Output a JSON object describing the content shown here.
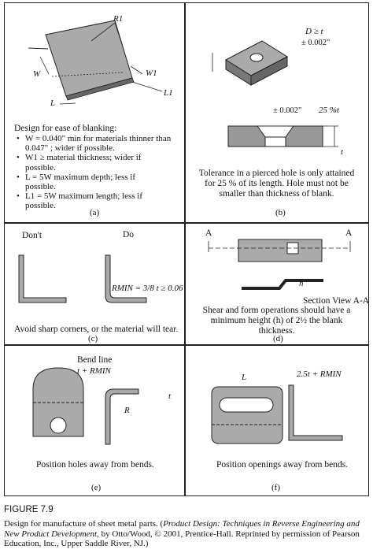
{
  "figure": {
    "number": "FIGURE 7.9",
    "caption_lead": "Design for manufacture of sheet metal parts. (",
    "caption_book": "Product Design: Techniques in Reverse Engineering and New Product Development",
    "caption_tail": ", by Otto/Wood, © 2001, Prentice-Hall. Reprinted by permission of Pearson Education, Inc., Upper Saddle River, NJ.)"
  },
  "panel_a": {
    "labels": {
      "r1": "R1",
      "w": "W",
      "w1": "W1",
      "l": "L",
      "l1": "L1"
    },
    "heading": "Design for ease of blanking:",
    "bullets": [
      "W = 0.040\" min for materials thinner than",
      "0.047\" ; wider if possible.",
      "W1 ≥ material thickness; wider if",
      "possible.",
      "L = 5W maximum depth; less if",
      "possible.",
      "L1 = 5W maximum length; less if",
      "possible."
    ],
    "caption": "(a)"
  },
  "panel_b": {
    "labels": {
      "d": "D ≥ t",
      "tol1": "± 0.002\"",
      "tol2": "± 0.002\"",
      "pct": "25 %t",
      "t": "t"
    },
    "text": [
      "Tolerance in a pierced hole is only attained",
      "for 25 % of its length. Hole must not be",
      "smaller than thickness of blank."
    ],
    "caption": "(b)"
  },
  "panel_c": {
    "dont": "Don't",
    "do": "Do",
    "rmin": "RMIN = 3/8 t ≥ 0.06\"",
    "text": "Avoid sharp corners, or the material will tear.",
    "caption": "(c)"
  },
  "panel_d": {
    "a_left": "A",
    "a_right": "A",
    "h": "h",
    "section": "Section View A-A",
    "text": [
      "Shear and form operations should have a",
      "minimum height (h) of 2½ the blank",
      "thickness."
    ],
    "caption": "(d)"
  },
  "panel_e": {
    "bend_line": "Bend line",
    "t_rmin": "t + RMIN",
    "r": "R",
    "t": "t",
    "text": "Position holes away from bends.",
    "caption": "(e)"
  },
  "panel_f": {
    "l": "L",
    "rmin": "2.5t + RMIN",
    "text": "Position openings away from bends.",
    "caption": "(f)"
  }
}
